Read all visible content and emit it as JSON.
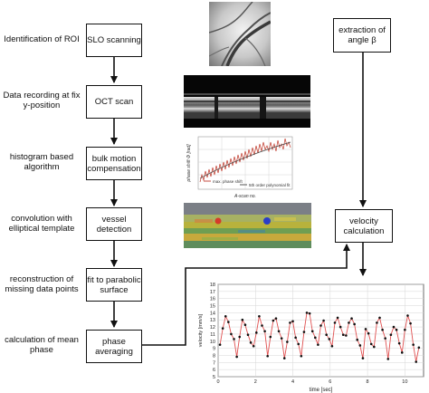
{
  "steps": [
    {
      "label": "Identification of ROI",
      "box": "SLO scanning"
    },
    {
      "label": "Data recording at fix y-position",
      "box": "OCT scan"
    },
    {
      "label": "histogram based algorithm",
      "box": "bulk motion compensation"
    },
    {
      "label": "convolution with elliptical template",
      "box": "vessel detection"
    },
    {
      "label": "reconstruction of missing data points",
      "box": "fit to parabolic surface"
    },
    {
      "label": "calculation of mean phase",
      "box": "phase averaging"
    }
  ],
  "right_boxes": {
    "angle": "extraction of angle β",
    "velocity": "velocity calculation"
  },
  "phase_plot": {
    "ylabel": "phase shift Φ [rad]",
    "xlabel": "A-scan no.",
    "legend": [
      "max. phase shift",
      "5th order polynomial fit"
    ],
    "legend_colors": [
      "#c0392b",
      "#666666"
    ]
  },
  "chart_data": {
    "type": "line",
    "xlabel": "time [sec]",
    "ylabel": "velocity [mm/s]",
    "xlim": [
      0,
      11
    ],
    "ylim": [
      5,
      18
    ],
    "xticks": [
      0,
      2,
      4,
      6,
      8,
      10
    ],
    "yticks": [
      5,
      6,
      7,
      8,
      9,
      10,
      11,
      12,
      13,
      14,
      15,
      16,
      17,
      18
    ],
    "grid": true,
    "line_color": "#e05050",
    "marker_color": "#111111",
    "x": [
      0.1,
      0.25,
      0.4,
      0.55,
      0.7,
      0.85,
      1.0,
      1.15,
      1.3,
      1.45,
      1.6,
      1.75,
      1.9,
      2.05,
      2.2,
      2.35,
      2.5,
      2.65,
      2.8,
      2.95,
      3.1,
      3.25,
      3.4,
      3.55,
      3.7,
      3.85,
      4.0,
      4.15,
      4.3,
      4.45,
      4.6,
      4.75,
      4.9,
      5.05,
      5.2,
      5.35,
      5.5,
      5.65,
      5.8,
      5.95,
      6.1,
      6.25,
      6.4,
      6.55,
      6.7,
      6.85,
      7.0,
      7.15,
      7.3,
      7.45,
      7.6,
      7.75,
      7.9,
      8.05,
      8.2,
      8.35,
      8.5,
      8.65,
      8.8,
      8.95,
      9.1,
      9.25,
      9.4,
      9.55,
      9.7,
      9.85,
      10.0,
      10.15,
      10.3,
      10.45,
      10.6,
      10.75
    ],
    "y": [
      9.5,
      11.8,
      13.5,
      12.7,
      11.0,
      10.3,
      7.8,
      10.6,
      13.0,
      12.3,
      10.9,
      9.8,
      9.3,
      11.2,
      13.5,
      12.2,
      11.4,
      7.9,
      10.6,
      12.9,
      13.2,
      11.4,
      10.4,
      7.6,
      9.9,
      12.6,
      12.8,
      10.5,
      9.6,
      7.9,
      11.3,
      14.0,
      13.9,
      11.4,
      10.5,
      9.5,
      12.2,
      12.9,
      10.9,
      10.3,
      9.3,
      12.6,
      13.3,
      12.0,
      10.9,
      10.8,
      12.6,
      13.2,
      12.4,
      10.2,
      9.4,
      7.6,
      11.7,
      11.1,
      9.6,
      9.2,
      12.6,
      13.3,
      11.6,
      10.4,
      7.5,
      10.9,
      12.0,
      11.6,
      9.7,
      8.4,
      11.6,
      13.6,
      12.5,
      9.5,
      7.1,
      9.1
    ]
  }
}
